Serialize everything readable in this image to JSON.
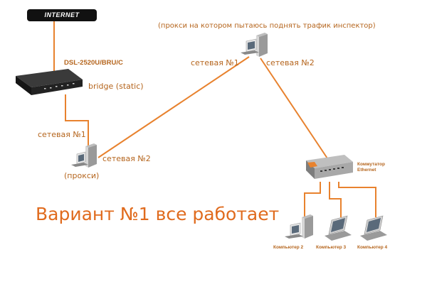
{
  "internet_label": "INTERNET",
  "modem": {
    "model": "DSL-2520U/BRU/C",
    "mode": "bridge (static)"
  },
  "proxy_local": {
    "nic1": "сетевая №1",
    "nic2": "сетевая №2",
    "caption": "(прокси)"
  },
  "proxy_remote": {
    "note": "(прокси на котором пытаюсь поднять трафик инспектор)",
    "nic1": "сетевая №1",
    "nic2": "сетевая №2"
  },
  "switch": {
    "label_line1": "Коммутатор",
    "label_line2": "Ethernet"
  },
  "computers": [
    "Компьютер 2",
    "Компьютер 3",
    "Компьютер 4"
  ],
  "headline": "Вариант №1 все работает",
  "colors": {
    "line": "#e8822e",
    "label": "#b5651d",
    "headline": "#e06b1e",
    "text": "#222222"
  }
}
